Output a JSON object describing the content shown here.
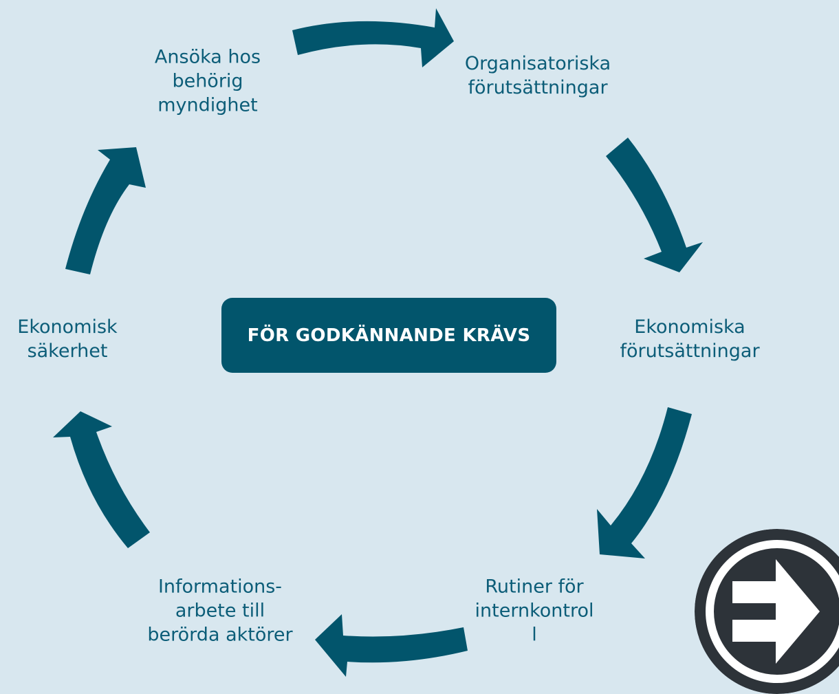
{
  "colors": {
    "background": "#d8e7ef",
    "arrow": "#02556c",
    "label_text": "#0c5d78",
    "center_box": "#02556c",
    "next_button": "#2d3339"
  },
  "center": {
    "label": "FÖR GODKÄNNANDE KRÄVS"
  },
  "steps": [
    {
      "lines": [
        "Ansöka hos",
        "behörig",
        "myndighet"
      ]
    },
    {
      "lines": [
        "Organisatoriska",
        "förutsättningar"
      ]
    },
    {
      "lines": [
        "Ekonomiska",
        "förutsättningar"
      ]
    },
    {
      "lines": [
        "Rutiner för",
        "internkontrol",
        "l"
      ]
    },
    {
      "lines": [
        "Informations-",
        "arbete till",
        "berörda aktörer"
      ]
    },
    {
      "lines": [
        "Ekonomisk",
        "säkerhet"
      ]
    }
  ],
  "next_button": {
    "icon": "arrow-right-icon"
  }
}
